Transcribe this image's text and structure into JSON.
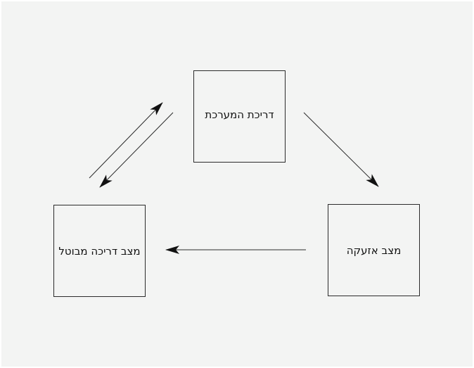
{
  "states": {
    "armed": {
      "label": "דריכת המערכת"
    },
    "alarm": {
      "label": "מצב אזעקה"
    },
    "disarmed": {
      "label": "מצב דריכה מבוטל"
    }
  },
  "colors": {
    "background": "#f3f4f3",
    "line": "#2b2b2b"
  }
}
